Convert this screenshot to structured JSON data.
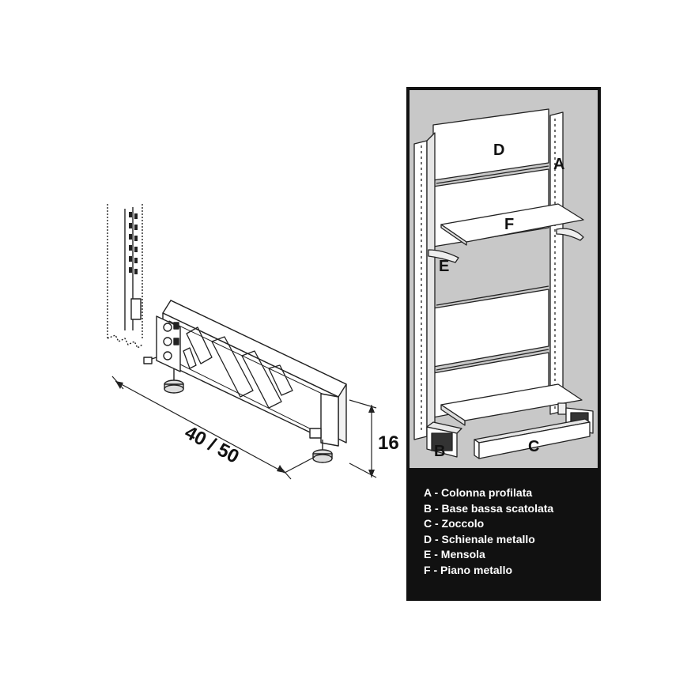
{
  "left_drawing": {
    "width_dimension": "40 / 50",
    "height_dimension": "16"
  },
  "right_panel": {
    "background_color": "#c8c8c8",
    "frame_color": "#111111",
    "labels": {
      "A": "A",
      "B": "B",
      "C": "C",
      "D": "D",
      "E": "E",
      "F": "F"
    },
    "legend": [
      "A - Colonna profilata",
      "B - Base bassa scatolata",
      "C - Zoccolo",
      "D - Schienale metallo",
      "E - Mensola",
      "F - Piano metallo"
    ]
  }
}
